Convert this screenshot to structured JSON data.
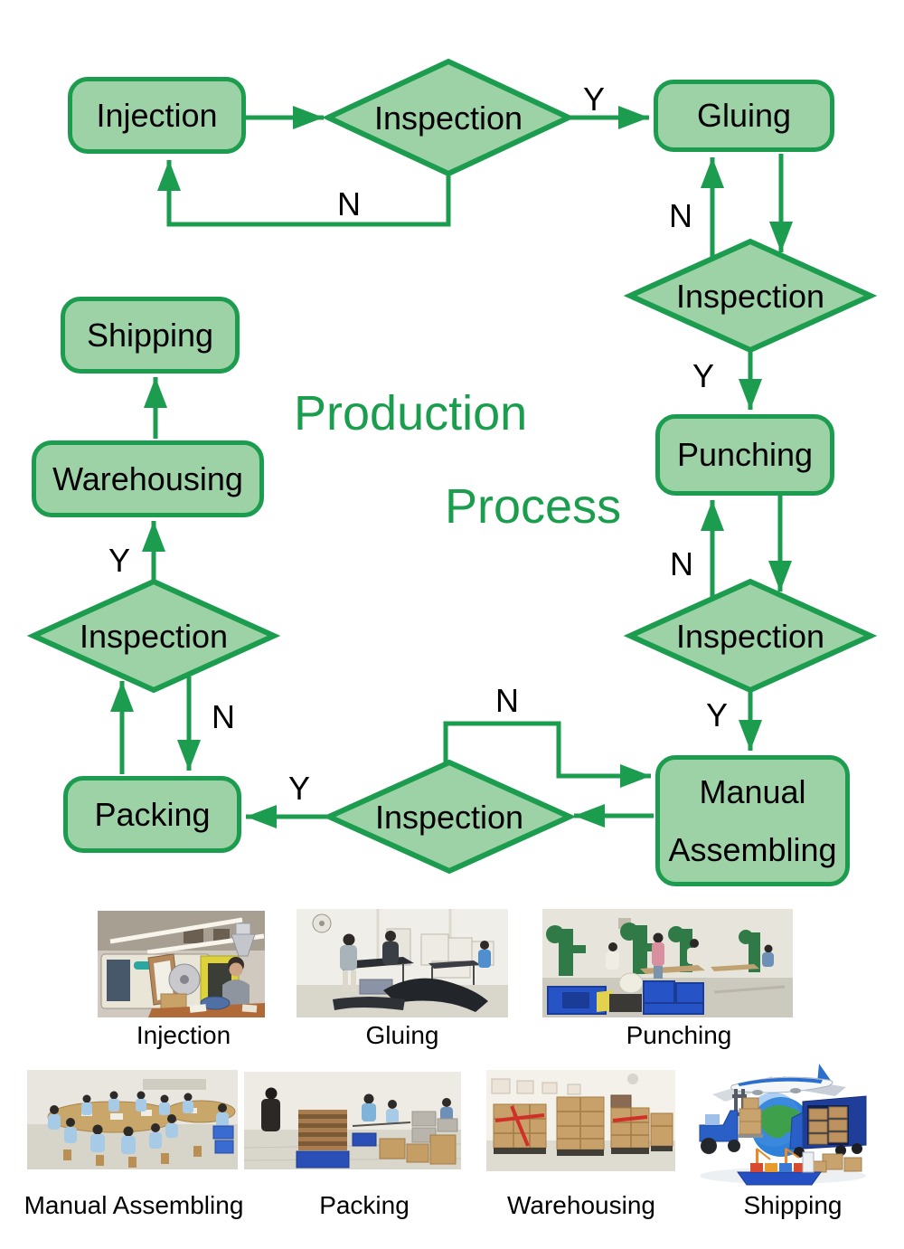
{
  "title": {
    "line1": "Production",
    "line2": "Process"
  },
  "flow": {
    "yes": "Y",
    "no": "N",
    "inspection": "Inspection",
    "injection": "Injection",
    "gluing": "Gluing",
    "punching": "Punching",
    "manual_line1": "Manual",
    "manual_line2": "Assembling",
    "packing": "Packing",
    "warehousing": "Warehousing",
    "shipping": "Shipping"
  },
  "captions": {
    "injection": "Injection",
    "gluing": "Gluing",
    "punching": "Punching",
    "manual_assembling": "Manual Assembling",
    "packing": "Packing",
    "warehousing": "Warehousing",
    "shipping": "Shipping"
  },
  "colors": {
    "accent_green": "#1b9c4e",
    "node_fill": "#9dd2a6",
    "title_green": "#1a9e4e",
    "label_text": "#000000"
  }
}
